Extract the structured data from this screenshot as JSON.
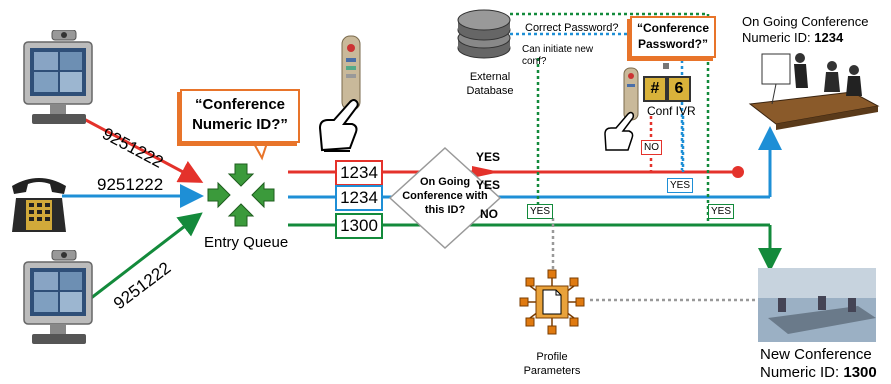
{
  "endpoints": {
    "dial_number_top": "9251222",
    "dial_number_mid": "9251222",
    "dial_number_bottom": "9251222"
  },
  "entry_queue": {
    "label": "Entry Queue",
    "prompt": "“Conference Numeric ID?”"
  },
  "ids": {
    "red": "1234",
    "blue": "1234",
    "green": "1300"
  },
  "decision": {
    "question": "On Going Conference with this ID?",
    "yes_red": "YES",
    "yes_blue": "YES",
    "no_green": "NO"
  },
  "external_database": {
    "label": "External Database",
    "query_password": "Correct Password?",
    "query_initiate": "Can initiate new conf?"
  },
  "conf_ivr": {
    "label": "Conf IVR",
    "prompt": "“Conference Password?”",
    "keypad_symbols": [
      "#",
      "6"
    ]
  },
  "tags": {
    "no": "NO",
    "yes_blue": "YES",
    "yes_green_left": "YES",
    "yes_green_right": "YES"
  },
  "ongoing_conference": {
    "title": "On Going Conference",
    "id_prefix": "Numeric ID:",
    "id_value": "1234"
  },
  "new_conference": {
    "title": "New Conference",
    "id_prefix": "Numeric ID:",
    "id_value": "1300"
  },
  "profile": {
    "label": "Profile Parameters"
  },
  "colors": {
    "red": "#e4322b",
    "blue": "#1e8fd6",
    "green": "#138a3b",
    "orange": "#e8742a",
    "db_dark": "#555555"
  },
  "icons": [
    "monitor-icon",
    "telephone-icon",
    "remote-control-icon",
    "hand-icon",
    "entry-queue-arrows-icon",
    "database-icon",
    "meeting-room-icon",
    "document-icon"
  ]
}
